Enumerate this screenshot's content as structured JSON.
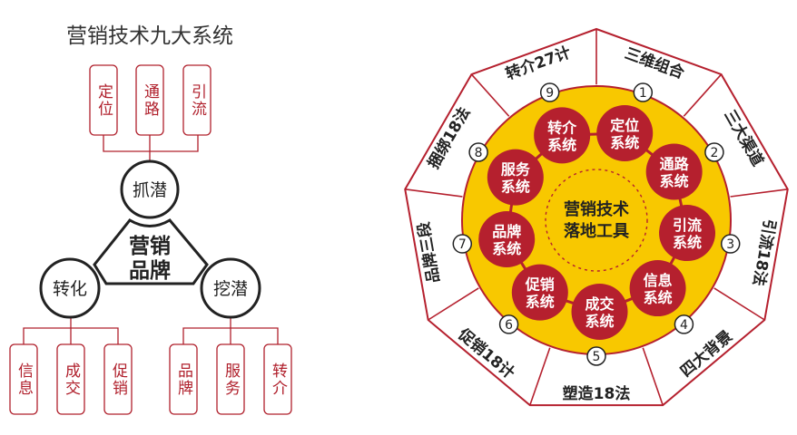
{
  "left": {
    "title": "营销技术九大系统",
    "center": [
      "营销",
      "品牌"
    ],
    "nodes": [
      {
        "label": "抓潜",
        "children": [
          "定位",
          "通路",
          "引流"
        ]
      },
      {
        "label": "转化",
        "children": [
          "信息",
          "成交",
          "促销"
        ]
      },
      {
        "label": "挖潜",
        "children": [
          "品牌",
          "服务",
          "转介"
        ]
      }
    ]
  },
  "right": {
    "center": [
      "营销技术",
      "落地工具"
    ],
    "systems": [
      [
        "定位",
        "系统"
      ],
      [
        "通路",
        "系统"
      ],
      [
        "引流",
        "系统"
      ],
      [
        "信息",
        "系统"
      ],
      [
        "成交",
        "系统"
      ],
      [
        "促销",
        "系统"
      ],
      [
        "品牌",
        "系统"
      ],
      [
        "服务",
        "系统"
      ],
      [
        "转介",
        "系统"
      ]
    ],
    "segments": [
      {
        "num": "1",
        "label": "三维组合"
      },
      {
        "num": "2",
        "label": "三大渠道"
      },
      {
        "num": "3",
        "label": "引流18法"
      },
      {
        "num": "4",
        "label": "四大背景"
      },
      {
        "num": "5",
        "label": "塑造18法"
      },
      {
        "num": "6",
        "label": "促销18计"
      },
      {
        "num": "7",
        "label": "品牌三段"
      },
      {
        "num": "8",
        "label": "捆绑18法"
      },
      {
        "num": "9",
        "label": "转介27计"
      }
    ]
  },
  "colors": {
    "red": "#b5202e",
    "yellow": "#f8c800",
    "dark": "#222222"
  }
}
